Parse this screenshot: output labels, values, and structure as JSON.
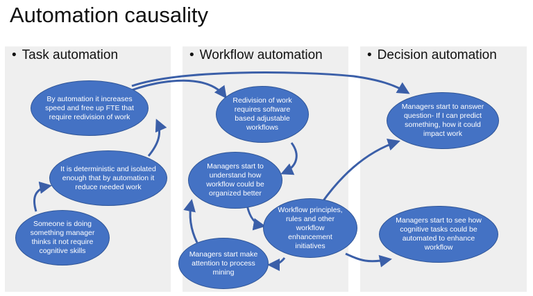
{
  "slide": {
    "title": "Automation causality"
  },
  "columns": [
    {
      "heading": "Task automation"
    },
    {
      "heading": "Workflow automation"
    },
    {
      "heading": "Decision automation"
    }
  ],
  "nodes": {
    "speed_fte": "By automation it increases speed and free up FTE that require redivision of work",
    "deterministic": "It is deterministic and isolated enough that by automation it reduce needed work",
    "someone_doing": "Someone is doing something manager thinks it not require cognitive skills",
    "redivision": "Redivision of work requires software based adjustable workflows",
    "understand": "Managers start to understand how workflow could be organized better",
    "principles": "Workflow principles, rules and other workflow enhancement initiatives",
    "attention": "Managers start make attention to process mining",
    "predict": "Managers start to answer question- If I can predict something, how it could impact work",
    "cognitive": "Managers start to see how cognitive tasks could be automated to enhance workflow"
  },
  "colors": {
    "node_fill": "#4472c4",
    "node_border": "#2f5597",
    "arrow": "#3b5fa8",
    "panel": "#efefef"
  }
}
